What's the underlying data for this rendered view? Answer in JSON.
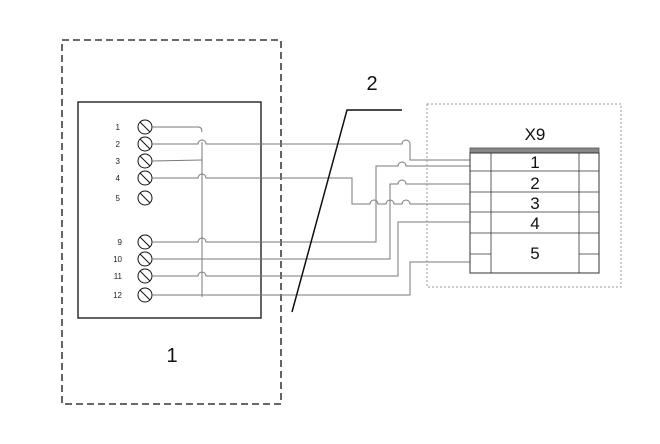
{
  "callouts": {
    "device": "1",
    "cable": "2"
  },
  "connector": {
    "name": "X9",
    "rows": [
      "1",
      "2",
      "3",
      "4",
      "5"
    ]
  },
  "terminals": [
    "1",
    "2",
    "3",
    "4",
    "5",
    "9",
    "10",
    "11",
    "12"
  ],
  "colors": {
    "line": "#111111",
    "wire": "#7a7a7a",
    "dashed_outline": "#999999",
    "connector_header": "#888888"
  }
}
